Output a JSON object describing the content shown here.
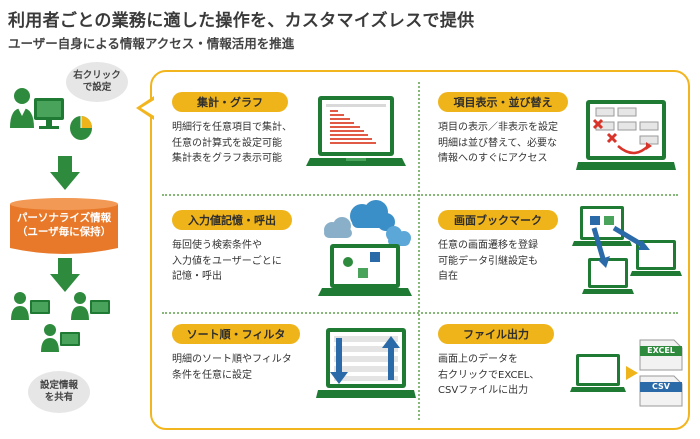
{
  "title": "利用者ごとの業務に適した操作を、カスタマイズレスで提供",
  "subtitle": "ユーザー自身による情報アクセス・情報活用を推進",
  "left_flow": {
    "top_bubble": "右クリック\nで設定",
    "personalize": "パーソナライズ情報\n（ユーザ毎に保持）",
    "bottom_bubble": "設定情報\nを共有"
  },
  "cards": [
    {
      "title": "集計・グラフ",
      "desc": "明細行を任意項目で集計、\n任意の計算式を設定可能\n集計表をグラフ表示可能"
    },
    {
      "title": "項目表示・並び替え",
      "desc": "項目の表示／非表示を設定\n明細は並び替えて、必要な\n情報へのすぐにアクセス"
    },
    {
      "title": "入力値記憶・呼出",
      "desc": "毎回使う検索条件や\n入力値をユーザーごとに\n記憶・呼出"
    },
    {
      "title": "画面ブックマーク",
      "desc": "任意の画面遷移を登録\n可能データ引継設定も\n自在"
    },
    {
      "title": "ソート順・フィルタ",
      "desc": "明細のソート順やフィルタ\n条件を任意に設定"
    },
    {
      "title": "ファイル出力",
      "desc": "画面上のデータを\n右クリックでEXCEL、\nCSVファイルに出力"
    }
  ],
  "file_labels": {
    "excel": "EXCEL",
    "csv": "CSV"
  },
  "colors": {
    "accent": "#f0b41b",
    "green": "#2e8b3e",
    "orange": "#e8792a",
    "divider": "#86b877"
  }
}
